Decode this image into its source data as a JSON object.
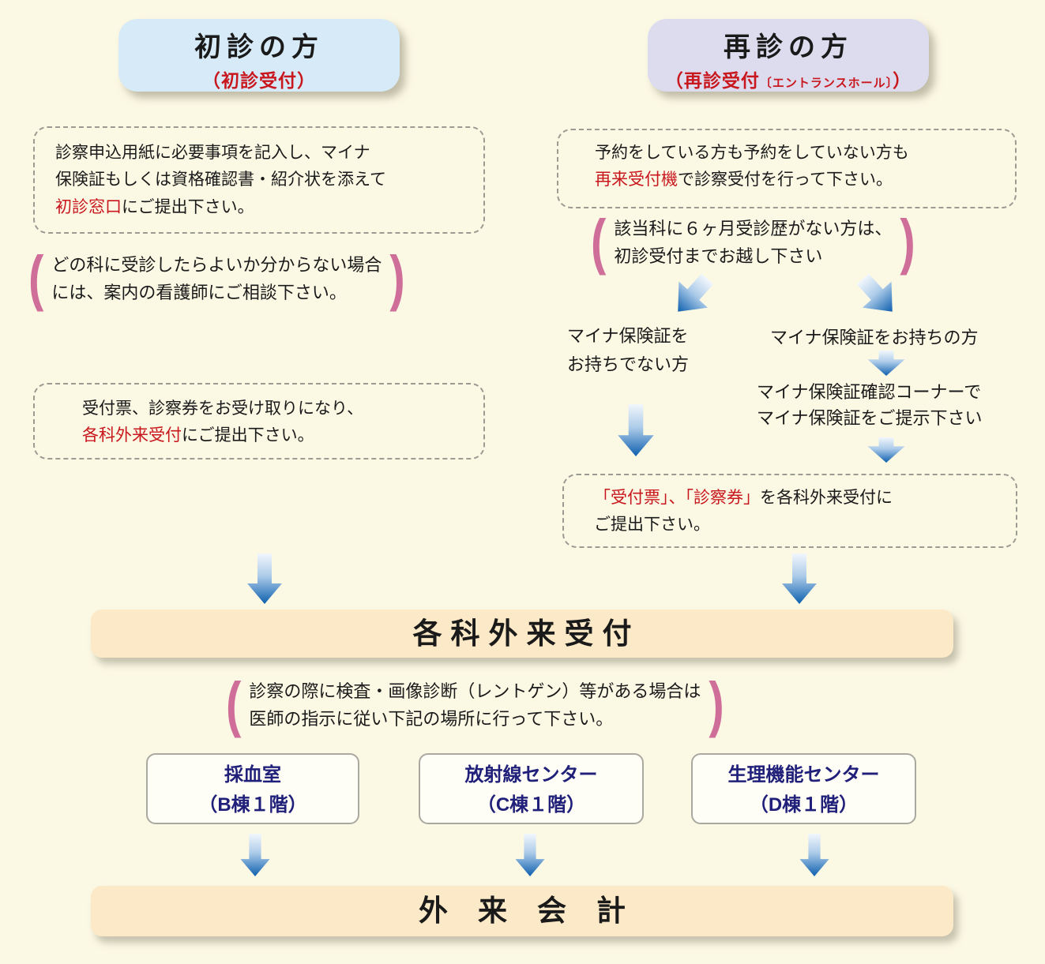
{
  "colors": {
    "page_bg": "#fbf8e4",
    "accent_red": "#c9171e",
    "paren_pink": "#d06e9a",
    "navy_text": "#20207a",
    "first_header_bg": "#d7eaf8",
    "repeat_header_bg": "#dcdcee",
    "bar_bg": "#fce9c7",
    "arrow_blue": "#0d5fae"
  },
  "headers": {
    "first": {
      "title": "初診の方",
      "subtitle": "（初診受付）"
    },
    "repeat": {
      "title": "再診の方",
      "subtitle_open": "（再診受付",
      "subtitle_small": "〔エントランスホール〕",
      "subtitle_close": "）"
    }
  },
  "left_flow": {
    "submit_box": {
      "line1": "診察申込用紙に必要事項を記入し、マイナ",
      "line2": "保険証もしくは資格確認書・紹介状を添えて",
      "line3_red": "初診窓口",
      "line3_rest": "にご提出下さい。"
    },
    "nurse_note": {
      "line1": "どの科に受診したらよいか分からない場合",
      "line2": "には、案内の看護師にご相談下さい。"
    },
    "ticket_box": {
      "line1": "受付票、診察券をお受け取りになり、",
      "line2_red": "各科外来受付",
      "line2_rest": "にご提出下さい。"
    }
  },
  "right_flow": {
    "machine_box": {
      "line1": "予約をしている方も予約をしていない方も",
      "line2_red": "再来受付機",
      "line2_rest": "で診察受付を行って下さい。"
    },
    "six_month_note": {
      "line1": "該当科に６ヶ月受診歴がない方は、",
      "line2": "初診受付までお越し下さい"
    },
    "no_card_label": {
      "line1": "マイナ保険証を",
      "line2": "お持ちでない方"
    },
    "has_card_label": "マイナ保険証をお持ちの方",
    "confirm_corner": {
      "line1": "マイナ保険証確認コーナーで",
      "line2": "マイナ保険証をご提示下さい"
    },
    "submit_box": {
      "red": "「受付票」、「診察券」",
      "line1_rest": "を各科外来受付に",
      "line2": "ご提出下さい。"
    }
  },
  "reception_bar": "各科外来受付",
  "exam_note": {
    "line1": "診察の際に検査・画像診断（レントゲン）等がある場合は",
    "line2": "医師の指示に従い下記の場所に行って下さい。"
  },
  "departments": [
    {
      "name": "採血室",
      "location": "（B棟１階）"
    },
    {
      "name": "放射線センター",
      "location": "（C棟１階）"
    },
    {
      "name": "生理機能センター",
      "location": "（D棟１階）"
    }
  ],
  "billing_bar": "外来会計"
}
